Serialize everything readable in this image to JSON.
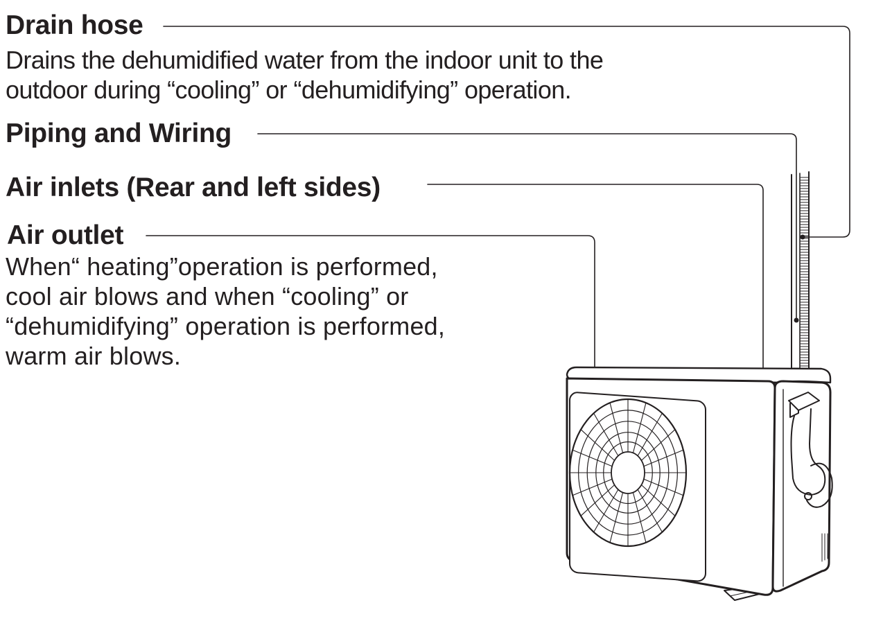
{
  "callouts": {
    "drain_hose": {
      "title": "Drain hose",
      "description_lines": [
        "Drains the dehumidified water from the indoor unit to the",
        "outdoor during “cooling” or “dehumidifying” operation."
      ]
    },
    "piping_wiring": {
      "title": "Piping and Wiring"
    },
    "air_inlets": {
      "title": "Air inlets (Rear and left sides)"
    },
    "air_outlet": {
      "title": "Air outlet",
      "description_lines": [
        "When“ heating”operation  is performed,",
        "cool  air  blows and when “cooling” or",
        "“dehumidifying” operation is performed,",
        "warm air blows."
      ]
    }
  },
  "illustration": {
    "subject": "outdoor-air-conditioner-unit",
    "line_color": "#231f20",
    "fill_color": "#ffffff"
  }
}
